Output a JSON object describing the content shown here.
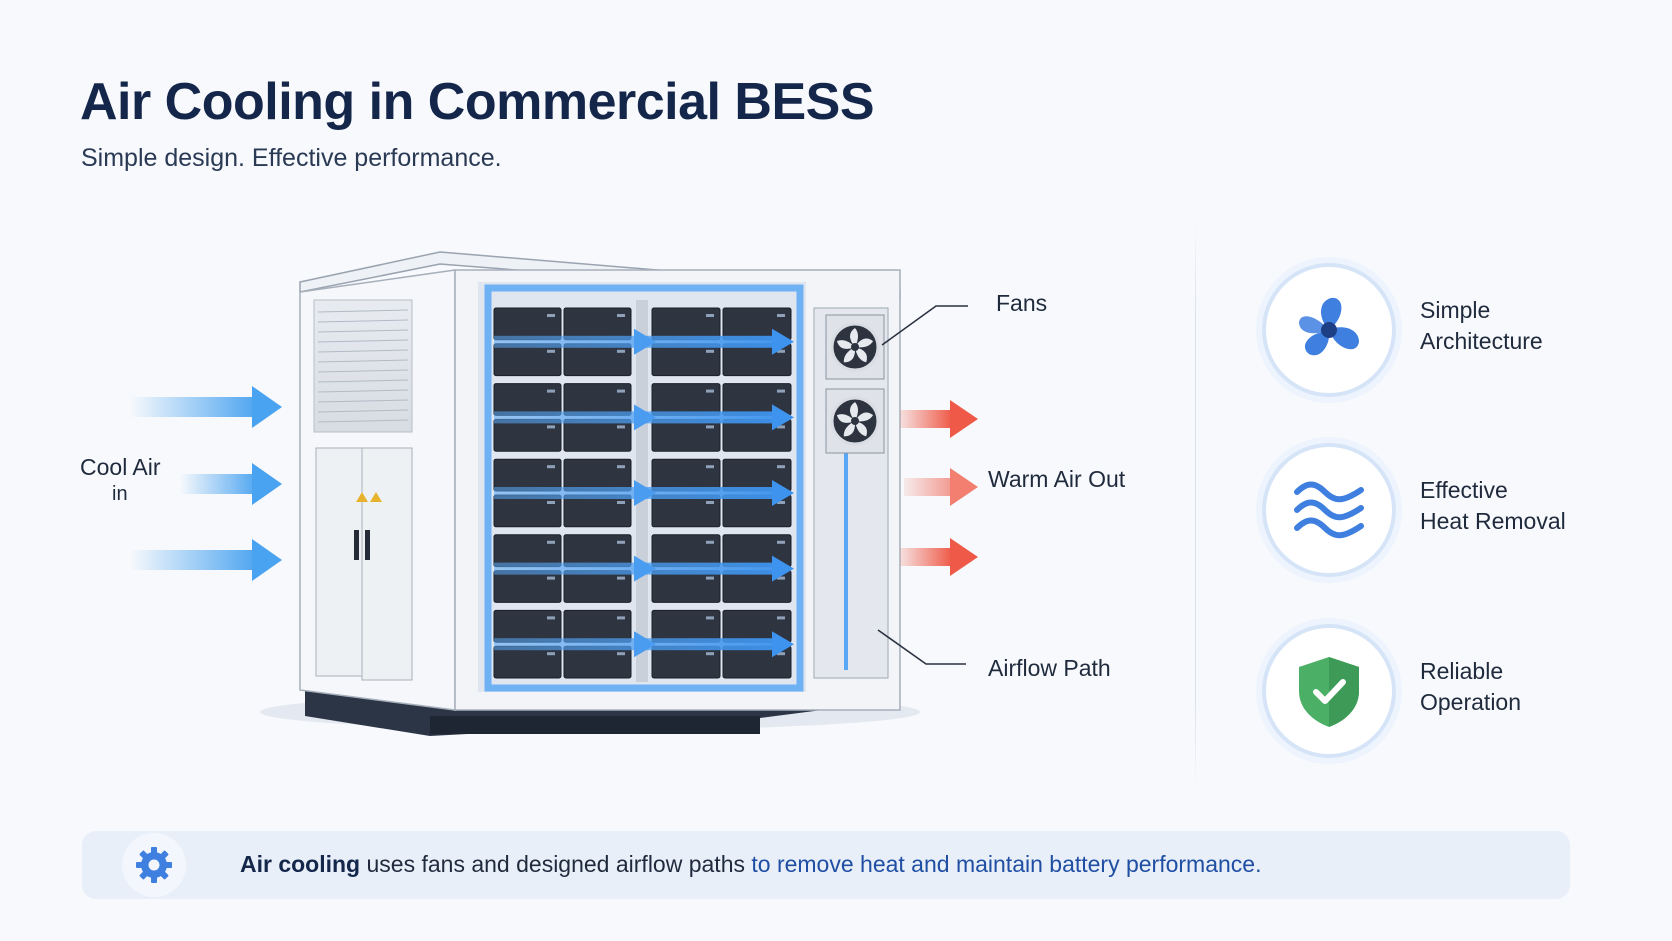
{
  "header": {
    "title": "Air Cooling in Commercial BESS",
    "subtitle": "Simple design. Effective performance."
  },
  "diagram": {
    "labels": {
      "fans": "Fans",
      "cool_air_in_line1": "Cool Air",
      "cool_air_in_line2": "in",
      "warm_air_out": "Warm Air Out",
      "airflow_path": "Airflow Path"
    },
    "colors": {
      "cool_air": "#4aa3f0",
      "warm_air": "#ef5a48",
      "cabinet_frame": "#f4f6f9",
      "battery_module": "#2e3440",
      "airflow_outline": "#5aa8f5"
    },
    "battery_rows": 5,
    "fan_count": 2
  },
  "features": [
    {
      "icon": "fan-icon",
      "line1": "Simple",
      "line2": "Architecture"
    },
    {
      "icon": "heat-waves-icon",
      "line1": "Effective",
      "line2": "Heat Removal"
    },
    {
      "icon": "shield-check-icon",
      "line1": "Reliable",
      "line2": "Operation"
    }
  ],
  "footer": {
    "icon": "gear-icon",
    "text_bold": "Air cooling",
    "text_middle": " uses fans and designed airflow paths ",
    "text_blue": "to remove heat and maintain battery performance."
  }
}
